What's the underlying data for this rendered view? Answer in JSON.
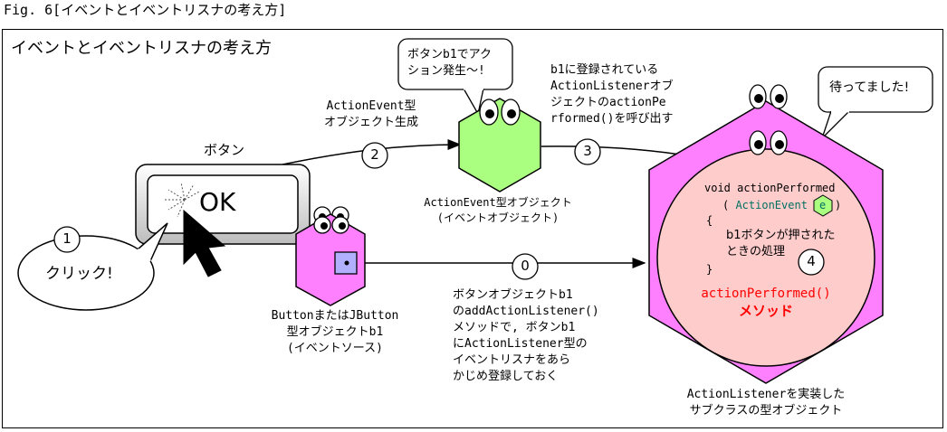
{
  "caption": "Fig. 6[イベントとイベントリスナの考え方]",
  "frame_title": "イベントとイベントリスナの考え方",
  "colors": {
    "source": "#ff80ff",
    "event": "#aaff80",
    "listener": "#ff80ff",
    "listener_inner": "#ffcccc",
    "method": "#ff0000",
    "param_type": "#007060",
    "square": "#b0b0ff"
  },
  "button": {
    "label": "ボタン",
    "text": "OK"
  },
  "click": {
    "label": "クリック!",
    "num": "1"
  },
  "source": {
    "line1": "ButtonまたはJButton",
    "line2": "型オブジェクトb1",
    "line3": "(イベントソース)"
  },
  "event_object": {
    "speech_line1": "ボタンb1でアク",
    "speech_line2": "ション発生〜!",
    "label_line1": "ActionEvent型オブジェクト",
    "label_line2": "(イベントオブジェクト)"
  },
  "step2": {
    "num": "2",
    "line1": "ActionEvent型",
    "line2": "オブジェクト生成"
  },
  "step3": {
    "num": "3",
    "line1": "b1に登録されている",
    "line2": "ActionListenerオブ",
    "line3": "ジェクトのactionPe",
    "line4": "rformed()を呼び出す"
  },
  "step0": {
    "num": "0",
    "line1": "ボタンオブジェクトb1",
    "line2": "のaddActionListener()",
    "line3": "メソッドで, ボタンb1",
    "line4": "にActionListener型の",
    "line5": "イベントリスナをあら",
    "line6": "かじめ登録しておく"
  },
  "listener": {
    "speech": "待ってました!",
    "code1": "void actionPerformed",
    "code2_open": "( ",
    "code2_type": "ActionEvent",
    "code2_param": "e",
    "code2_close": ")",
    "code3": "{",
    "code4": "b1ボタンが押された",
    "code5": "ときの処理",
    "code6": "}",
    "num": "4",
    "method_line1": "actionPerformed()",
    "method_line2": "メソッド",
    "label_line1": "ActionListenerを実装した",
    "label_line2": "サブクラスの型オブジェクト"
  }
}
